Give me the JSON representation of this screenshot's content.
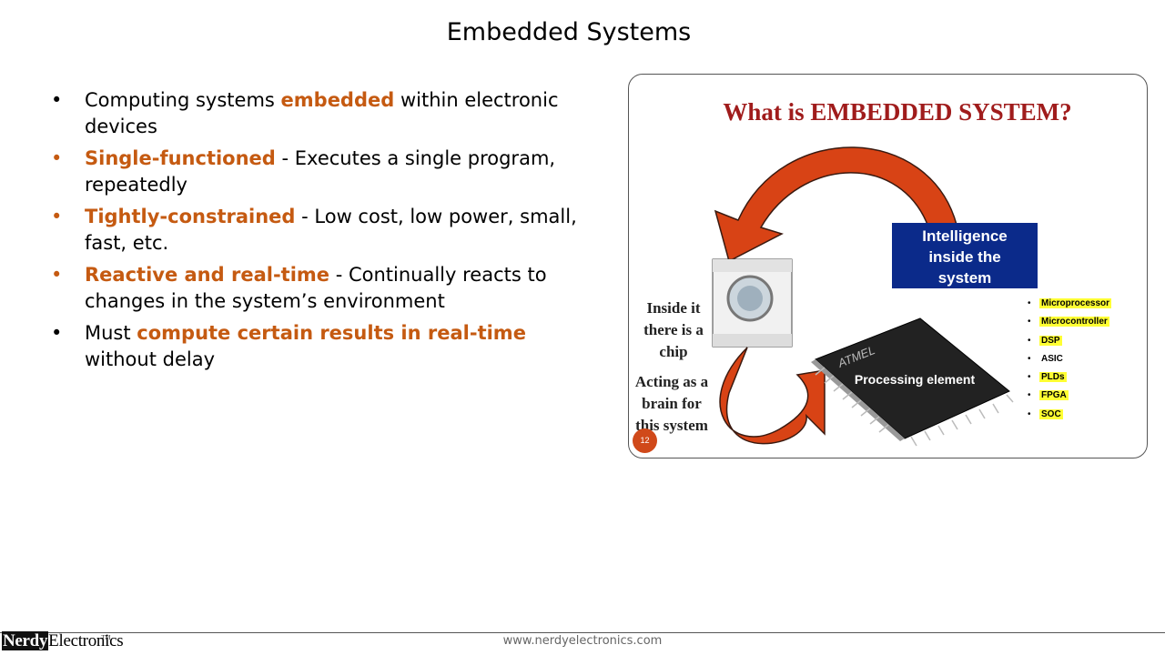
{
  "slide": {
    "title": "Embedded Systems"
  },
  "bullets": [
    {
      "lead": "Computing systems ",
      "highlight": "embedded",
      "rest": " within electronic devices"
    },
    {
      "lead": "",
      "highlight": "Single-functioned",
      "rest": " - Executes a single program, repeatedly"
    },
    {
      "lead": "",
      "highlight": "Tightly-constrained",
      "rest": " - Low cost, low power, small, fast, etc."
    },
    {
      "lead": "",
      "highlight": "Reactive and real-time",
      "rest": " - Continually reacts to changes in the system’s environment"
    },
    {
      "lead": "Must ",
      "highlight": "compute certain results in real-time",
      "rest": " without delay"
    }
  ],
  "picture": {
    "title": "What is EMBEDDED SYSTEM?",
    "intelligence_lines": [
      "Intelligence",
      "inside the",
      "system"
    ],
    "note_inside": [
      "Inside it",
      "there is a",
      "chip"
    ],
    "note_brain": [
      "Acting as a",
      "brain for",
      "this system"
    ],
    "chip_brand": "ATMEL",
    "chip_label": "Processing element",
    "tech_items": [
      "Microprocessor",
      "Microcontroller",
      "DSP",
      "ASIC",
      "PLDs",
      "FPGA",
      "SOC"
    ],
    "slide_number": "12"
  },
  "footer": {
    "url": "www.nerdyelectronics.com",
    "logo_a": "Nerdy",
    "logo_b": "Electronics",
    "logo_sup": "TM"
  },
  "colors": {
    "accent": "#c55a11",
    "pic_title": "#a01c1c",
    "box_blue": "#0b2a8a",
    "highlight": "#ffff33",
    "arrow": "#d84315"
  }
}
